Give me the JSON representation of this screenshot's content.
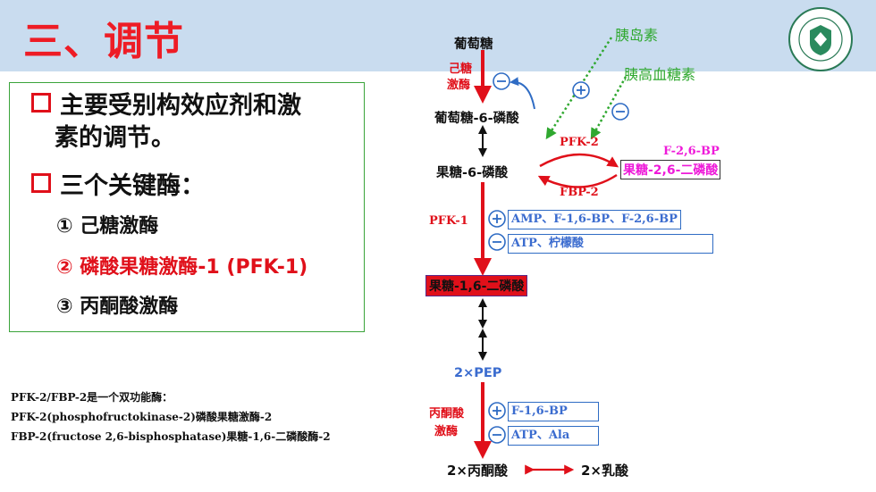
{
  "title": "三、调节",
  "panel": {
    "bullet1": "主要受别构效应剂和激",
    "bullet1b": "素的调节。",
    "bullet2": "三个关键酶：",
    "enzymes": [
      "① 己糖激酶",
      "② 磷酸果糖激酶-1 (PFK-1)",
      "③ 丙酮酸激酶"
    ]
  },
  "notes": [
    "PFK-2/FBP-2是一个双功能酶：",
    "PFK-2(phosphofructokinase-2)磷酸果糖激酶-2",
    "FBP-2(fructose 2,6-bisphosphatase)果糖-1,6-二磷酸酶-2"
  ],
  "pathway": {
    "glucose": "葡萄糖",
    "hexokinase_1": "己糖",
    "hexokinase_2": "激酶",
    "g6p": "葡萄糖-6-磷酸",
    "f6p": "果糖-6-磷酸",
    "pfk2": "PFK-2",
    "fbp2": "FBP-2",
    "f26bp_abbr": "F-2,6-BP",
    "f26bp": "果糖-2,6-二磷酸",
    "pfk1": "PFK-1",
    "pfk1_activators": "AMP、F-1,6-BP、F-2,6-BP",
    "pfk1_inhibitors": "ATP、柠檬酸",
    "f16bp": "果糖-1,6-二磷酸",
    "pep": "2×PEP",
    "pk_1": "丙酮酸",
    "pk_2": "激酶",
    "pk_activators": "F-1,6-BP",
    "pk_inhibitors": "ATP、Ala",
    "pyruvate": "2×丙酮酸",
    "lactate": "2×乳酸",
    "insulin": "胰岛素",
    "glucagon": "胰高血糖素",
    "plus": "+",
    "minus": "−"
  },
  "colors": {
    "header": "#c9dcef",
    "accent_red": "#e0101a",
    "hormone_green": "#2fa82f",
    "effector_blue": "#3b6ccf",
    "f26bp_pink": "#ee1ad9"
  }
}
